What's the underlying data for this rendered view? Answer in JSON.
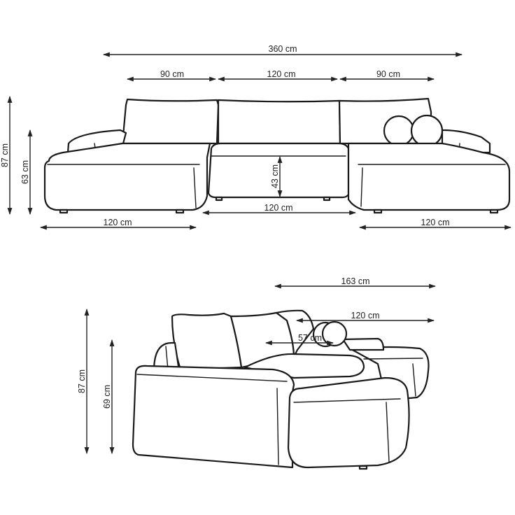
{
  "colors": {
    "stroke": "#1a1a1a",
    "background": "#ffffff"
  },
  "front_view": {
    "total_width": "360 cm",
    "left_section_width": "90 cm",
    "middle_section_width": "120 cm",
    "right_section_width": "90 cm",
    "total_height": "87 cm",
    "armrest_height": "63 cm",
    "seat_height": "43 cm",
    "middle_depth": "120 cm",
    "left_chaise_width": "120 cm",
    "right_chaise_width": "120 cm"
  },
  "perspective_view": {
    "overall_depth": "163 cm",
    "chaise_depth": "120 cm",
    "seat_depth": "57 cm",
    "total_height": "87 cm",
    "armrest_height": "69 cm"
  }
}
